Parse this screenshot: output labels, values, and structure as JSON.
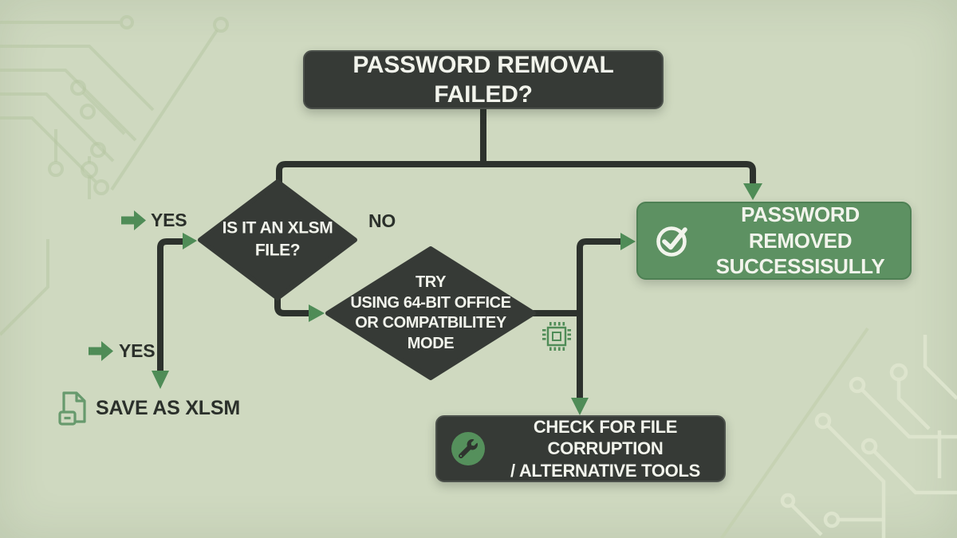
{
  "flowchart": {
    "colors": {
      "background": "#cfd9c0",
      "node_dark": "#363a36",
      "connector": "#2d322d",
      "node_green": "#5d9162",
      "accent_green": "#4f8c57",
      "text_light": "#f2f4ec",
      "text_dark": "#2b302b",
      "trace": "#b7c7a3",
      "trace_light": "#dde5cd"
    },
    "start": {
      "label": "PASSWORD REMOVAL FAILED?"
    },
    "decision_xlsm": {
      "line1": "IS IT AN XLSM",
      "line2": "FILE?"
    },
    "decision_office": {
      "line1": "TRY",
      "line2": "USING 64-BIT OFFICE",
      "line3": "OR COMPATBILITEY",
      "line4": "MODE"
    },
    "outcome_success": {
      "line1": "PASSWORD REMOVED",
      "line2": "SUCCESSISULLY",
      "icon": "check-circle-icon"
    },
    "outcome_fallback": {
      "line1": "CHECK FOR FILE CORRUPTION",
      "line2": "/ ALTERNATIVE TOOLS",
      "icon": "wrench-icon"
    },
    "action_save": {
      "label": "SAVE AS XLSM",
      "icon": "file-save-icon"
    },
    "edge_labels": {
      "yes_upper": "YES",
      "no": "NO",
      "yes_lower": "YES"
    },
    "decorations": {
      "chip": "chip-icon",
      "background_pattern": "circuit-traces"
    }
  }
}
